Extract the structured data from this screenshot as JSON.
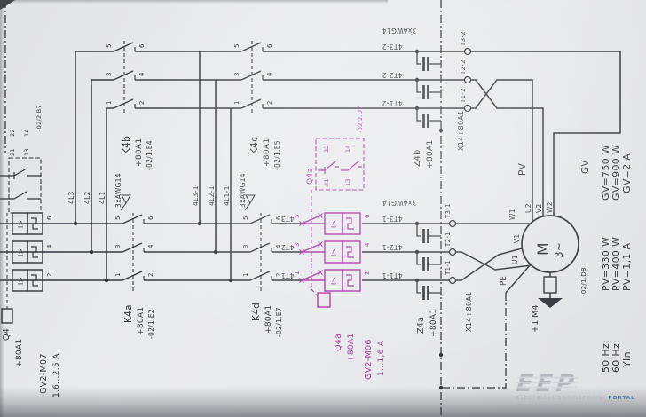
{
  "colors": {
    "ink": "#34353c",
    "magenta": "#a733a8",
    "paper": "#e8e9ec",
    "logo_gray": "#b3b7bd",
    "logo_blue": "#4a80c4"
  },
  "contactors": {
    "k4b": {
      "name": "K4b",
      "location": "+80A1",
      "ref": "-02/1.E4"
    },
    "k4c": {
      "name": "K4c",
      "location": "+80A1",
      "ref": "-02/1.E5"
    },
    "k4a": {
      "name": "K4a",
      "location": "+80A1",
      "ref": "-02/1.E2"
    },
    "k4d": {
      "name": "K4d",
      "location": "+80A1",
      "ref": "-02/1.E7"
    }
  },
  "breakers": {
    "q4": {
      "name": "Q4",
      "location": "+80A1",
      "model": "GV2-M07",
      "range": "1,6...2,5 A",
      "trip": "I>",
      "aux": {
        "nc_pair": [
          "21",
          "22"
        ],
        "no_pair": [
          "13",
          "14"
        ],
        "ref": "-02/2.B7"
      }
    },
    "q4a": {
      "name": "Q4a",
      "location": "+80A1",
      "model": "GV2-M06",
      "range": "1...1,6 A",
      "trip": "I>",
      "aux": {
        "nc_pair": [
          "21",
          "22"
        ],
        "no_pair": [
          "13",
          "14"
        ],
        "ref": "-02/2.D7"
      }
    }
  },
  "filters": {
    "z4a": {
      "name": "Z4a",
      "location": "+80A1"
    },
    "z4b": {
      "name": "Z4b",
      "location": "+80A1"
    }
  },
  "terminal_strip": {
    "name": "X14+80A1",
    "top": [
      "T1-2",
      "T2-2",
      "T3-2"
    ],
    "bottom": [
      "T1-1",
      "T2-1",
      "T3-1"
    ]
  },
  "wires": {
    "cable": "3xAWG14",
    "k4b_feed": [
      "4L3",
      "4L2",
      "4L1"
    ],
    "k4c_feed": [
      "4L3-1",
      "4L2-1",
      "4L1-1"
    ],
    "pv_mid": [
      "4T3",
      "4T2",
      "4T1"
    ],
    "pv_out": [
      "4T3-1",
      "4T2-1",
      "4T1-1"
    ],
    "gv_out": [
      "4T3-2",
      "4T2-2",
      "4T1-2"
    ]
  },
  "contact_numbers": {
    "n1": "1",
    "n2": "2",
    "n3": "3",
    "n4": "4",
    "n5": "5",
    "n6": "6"
  },
  "motor": {
    "designation": "M4",
    "location": "+1",
    "letter": "M",
    "phases": "3~",
    "ground_ref": "-02/1.D8",
    "pe": "PE",
    "low_speed_terms": [
      "U1",
      "V1",
      "W1"
    ],
    "high_speed_terms": [
      "U2",
      "V2",
      "W2"
    ],
    "low_speed_label": "PV",
    "high_speed_label": "GV"
  },
  "ratings": [
    {
      "row": "50 Hz:",
      "pv": "PV=330 W",
      "gv": "GV=750 W"
    },
    {
      "row": "60 Hz:",
      "pv": "PV=400 W",
      "gv": "GV=900 W"
    },
    {
      "row": "YIn:",
      "pv": "PV=1,1 A",
      "gv": "GV=2 A"
    }
  ],
  "logo": {
    "name": "EEP",
    "tagline": "ELECTRICAL ENGINEERING",
    "portal": "PORTAL"
  }
}
